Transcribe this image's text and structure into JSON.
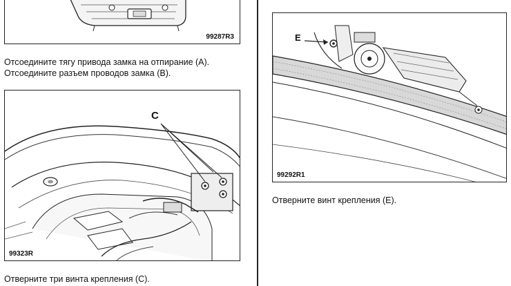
{
  "left_column": {
    "figure_top": {
      "code": "99287R3"
    },
    "caption_top": [
      "Отсоедините тягу привода замка на отпирание (A).",
      "Отсоедините разъем проводов замка (B)."
    ],
    "figure_bottom": {
      "code": "99323R",
      "callout": "C"
    },
    "caption_bottom": "Отверните три винта крепления (C)."
  },
  "right_column": {
    "figure": {
      "code": "99292R1",
      "callout": "E"
    },
    "caption": "Отверните винт крепления (E)."
  }
}
